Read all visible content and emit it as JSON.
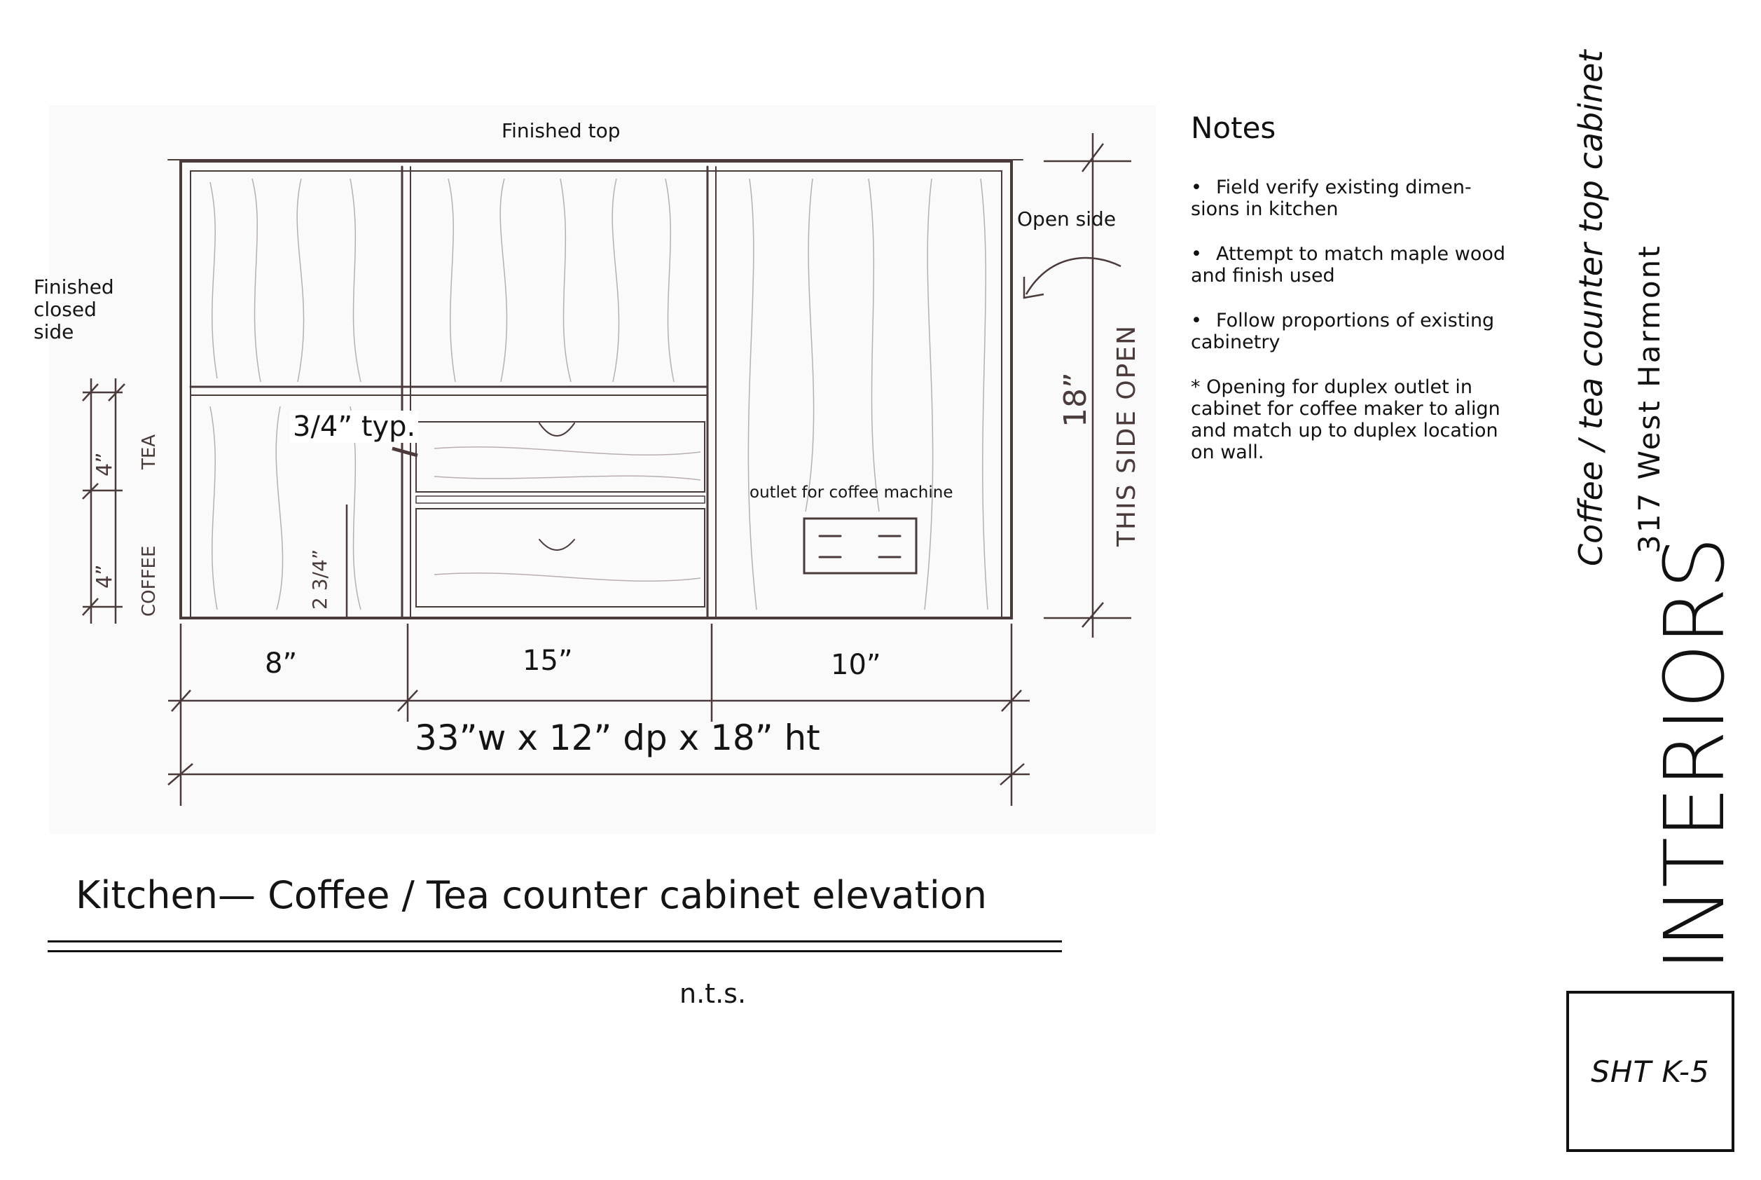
{
  "drawing": {
    "finished_top": "Finished top",
    "open_side": "Open side",
    "finished_closed_side": [
      "Finished",
      "closed",
      "side"
    ],
    "thickness": "3/4” typ.",
    "outlet_label": "outlet for coffee machine",
    "width_left": "8”",
    "width_middle": "15”",
    "width_right": "10”",
    "overall": "33”w x 12” dp x 18” ht",
    "height": "18”",
    "side_note": "THIS SIDE OPEN",
    "tea_label": "TEA",
    "coffee_label": "COFFEE",
    "dim_4a": "4”",
    "dim_4b": "4”",
    "dim_frac": "2 3/4”"
  },
  "notes": {
    "title": "Notes",
    "items": [
      {
        "bullet": "•",
        "text": "Field verify existing dimen-\nsions in kitchen"
      },
      {
        "bullet": "•",
        "text": "Attempt to match maple wood\n and finish used"
      },
      {
        "bullet": "•",
        "text": "Follow proportions of existing\ncabinetry"
      },
      {
        "bullet": "",
        "text": "* Opening for duplex outlet in\ncabinet for coffee maker to align\nand match up to duplex location\non wall."
      }
    ]
  },
  "title_block": {
    "project_title": "Coffee / tea counter top cabinet",
    "address": "317 West Harmont",
    "logo": "INTERIORS",
    "sheet": "SHT K-5"
  },
  "caption": {
    "title": "Kitchen— Coffee / Tea counter cabinet elevation",
    "scale": "n.t.s."
  }
}
